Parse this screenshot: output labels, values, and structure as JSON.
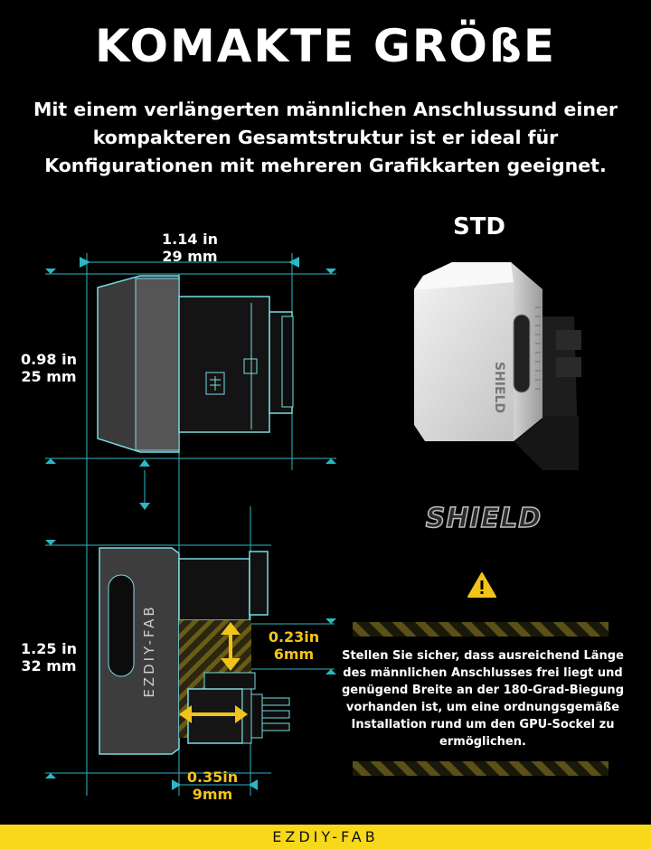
{
  "headline": "KOMAKTE GRÖßE",
  "subtitle": "Mit einem verlängerten männlichen Anschlussund einer kompakteren Gesamtstruktur ist er ideal für Konfigurationen mit mehreren Grafikkarten geeignet.",
  "dimensions": {
    "width_in": "1.14 in",
    "width_mm": "29 mm",
    "height_top_in": "0.98 in",
    "height_top_mm": "25 mm",
    "height_bottom_in": "1.25 in",
    "height_bottom_mm": "32 mm",
    "offset_vertical_in": "0.23in",
    "offset_vertical_mm": "6mm",
    "offset_horizontal_in": "0.35in",
    "offset_horizontal_mm": "9mm"
  },
  "product": {
    "variant_label": "STD",
    "shield_logo": "SHIELD",
    "side_brand": "EZDIY-FAB"
  },
  "warning": {
    "icon": "warning-triangle-icon",
    "text": "Stellen Sie sicher, dass ausreichend Länge des männlichen Anschlusses frei liegt und genügend Breite an der 180-Grad-Biegung vorhanden ist, um eine ordnungsgemäße Installation rund um den GPU-Sockel zu ermöglichen."
  },
  "footer": {
    "brand": "EZDIY-FAB"
  },
  "colors": {
    "background": "#000000",
    "dimension_line": "#2bb8c4",
    "accent_yellow": "#f2c41a",
    "footer_bar": "#f7d81b"
  }
}
